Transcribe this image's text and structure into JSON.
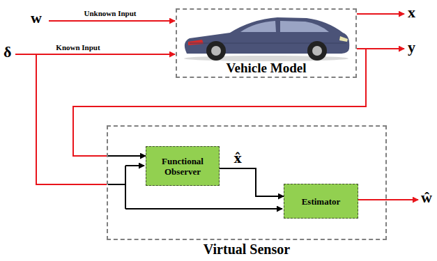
{
  "diagram": {
    "nodes": [
      {
        "text": [
          "Vehicle Model"
        ]
      },
      {
        "text": [
          "Virtual Sensor"
        ]
      },
      {
        "text": [
          "Functional Observer"
        ],
        "in": 1
      },
      {
        "text": [
          "Estimator"
        ],
        "in": 1
      }
    ],
    "edges": [
      {
        "from": 0,
        "to": 2,
        "arrow": "to"
      },
      {
        "from": 2,
        "to": 3,
        "label": "x̂",
        "arrow": "to"
      }
    ],
    "labels": [
      "w",
      "Unknown Input",
      "δ",
      "Known Input",
      "x",
      "y",
      "ŵ"
    ]
  }
}
